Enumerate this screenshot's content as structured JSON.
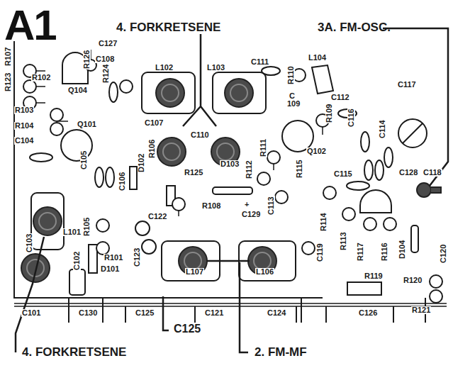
{
  "diagram": {
    "title": "A1",
    "labels": [
      "4. FORKRETSENE",
      "3A. FM-OSC.",
      "R107",
      "R123",
      "R126",
      "C127",
      "C108",
      "R124",
      "L102",
      "L103",
      "C111",
      "R110",
      "L104",
      "R102",
      "Q104",
      "C112",
      "C117",
      "C 109",
      "R109",
      "C116",
      "C114",
      "R103",
      "Q101",
      "C107",
      "C110",
      "R106",
      "D102",
      "C105",
      "R104",
      "C104",
      "R111",
      "Q102",
      "R115",
      "D103",
      "R112",
      "C106",
      "R125",
      "C115",
      "C128",
      "C118",
      "C113",
      "R108",
      "+",
      "R114",
      "R105",
      "C122",
      "C129",
      "R113",
      "R117",
      "R116",
      "D104",
      "C120",
      "C103",
      "L101",
      "C102",
      "R101",
      "C123",
      "C119",
      "R119",
      "D101",
      "L107",
      "L106",
      "R120",
      "R121",
      "C101",
      "C130",
      "C125",
      "C121",
      "C124",
      "C126",
      "C125",
      "4. FORKRETSENE",
      "2. FM-MF"
    ]
  }
}
